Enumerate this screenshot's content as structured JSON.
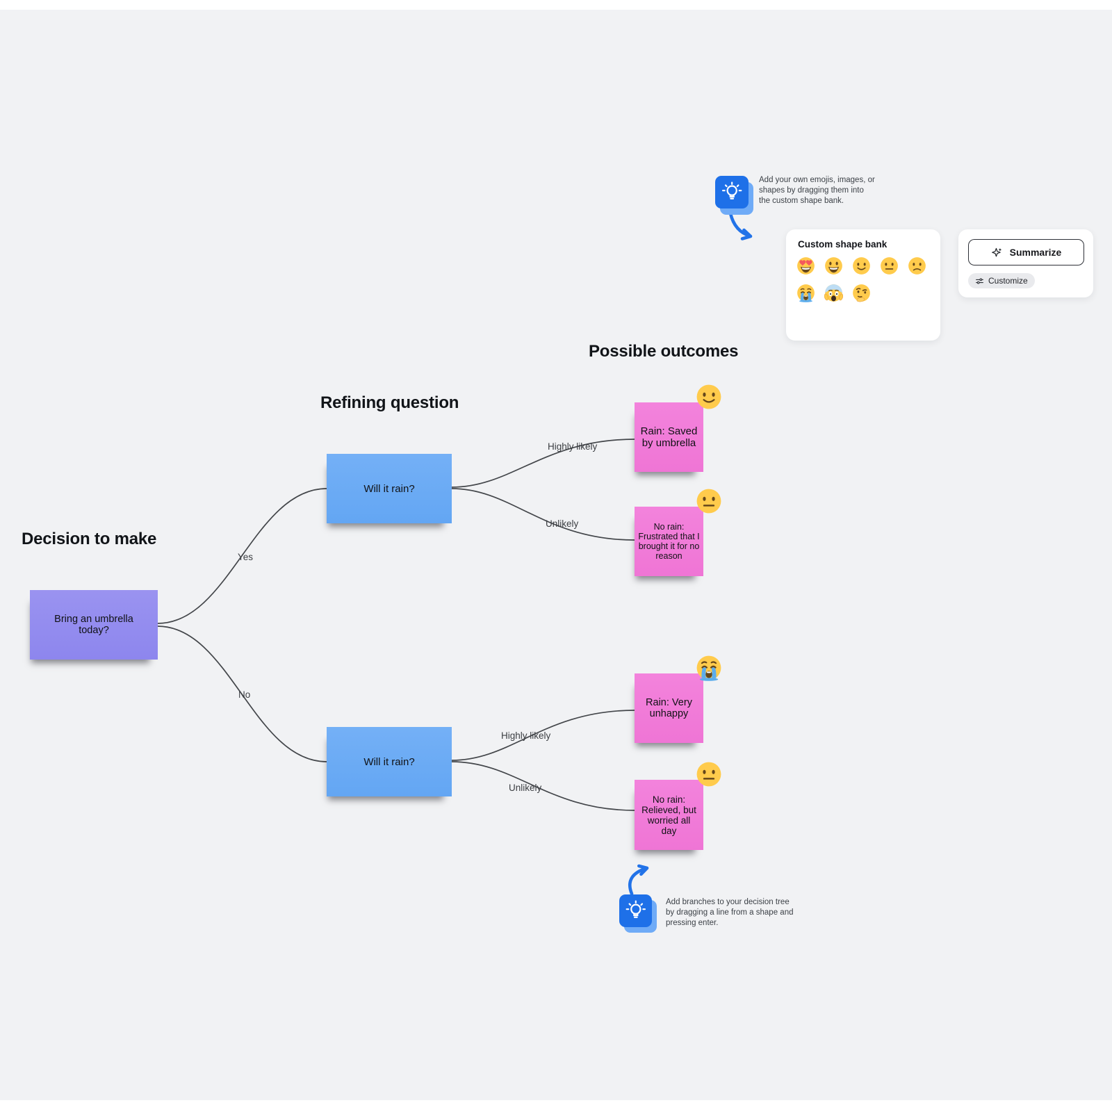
{
  "headings": {
    "decision": "Decision to make",
    "refining": "Refining question",
    "outcomes": "Possible outcomes"
  },
  "tree": {
    "root_note": {
      "label": "Bring an umbrella today?"
    },
    "question_notes": [
      {
        "label": "Will it rain?"
      },
      {
        "label": "Will it rain?"
      }
    ],
    "branch_labels": [
      {
        "label": "Yes"
      },
      {
        "label": "No"
      },
      {
        "label": "Highly likely"
      },
      {
        "label": "Unlikely"
      },
      {
        "label": "Highly likely"
      },
      {
        "label": "Unlikely"
      }
    ],
    "outcome_notes": [
      {
        "label": "Rain: Saved by umbrella",
        "emoji": "slightly-smiling-face"
      },
      {
        "label": "No rain: Frustrated that I brought it for no reason",
        "emoji": "neutral-face"
      },
      {
        "label": "Rain: Very unhappy",
        "emoji": "loudly-crying-face"
      },
      {
        "label": "No rain: Relieved, but worried all day",
        "emoji": "neutral-face"
      }
    ]
  },
  "tips": {
    "shape_bank_tip": "Add your own emojis, images, or shapes by dragging them into the custom shape bank.",
    "branches_tip": "Add branches to your decision tree by dragging a line from a shape and pressing enter."
  },
  "shape_bank": {
    "title": "Custom shape bank",
    "emojis": [
      {
        "name": "smiling-face-with-heart-eyes"
      },
      {
        "name": "grinning-face-with-big-eyes"
      },
      {
        "name": "slightly-smiling-face"
      },
      {
        "name": "neutral-face"
      },
      {
        "name": "slightly-frowning-face"
      },
      {
        "name": "loudly-crying-face"
      },
      {
        "name": "face-screaming-in-fear"
      },
      {
        "name": "thinking-face"
      }
    ]
  },
  "actions": {
    "summarize_label": "Summarize",
    "customize_label": "Customize"
  },
  "colors": {
    "canvas": "#f1f2f4",
    "root_note": "#918aee",
    "question_note": "#68a9f4",
    "outcome_note": "#f17ad7",
    "connector": "#43464a",
    "tip_blue": "#1e70e8",
    "emoji_yellow": "#FFCB4C"
  }
}
